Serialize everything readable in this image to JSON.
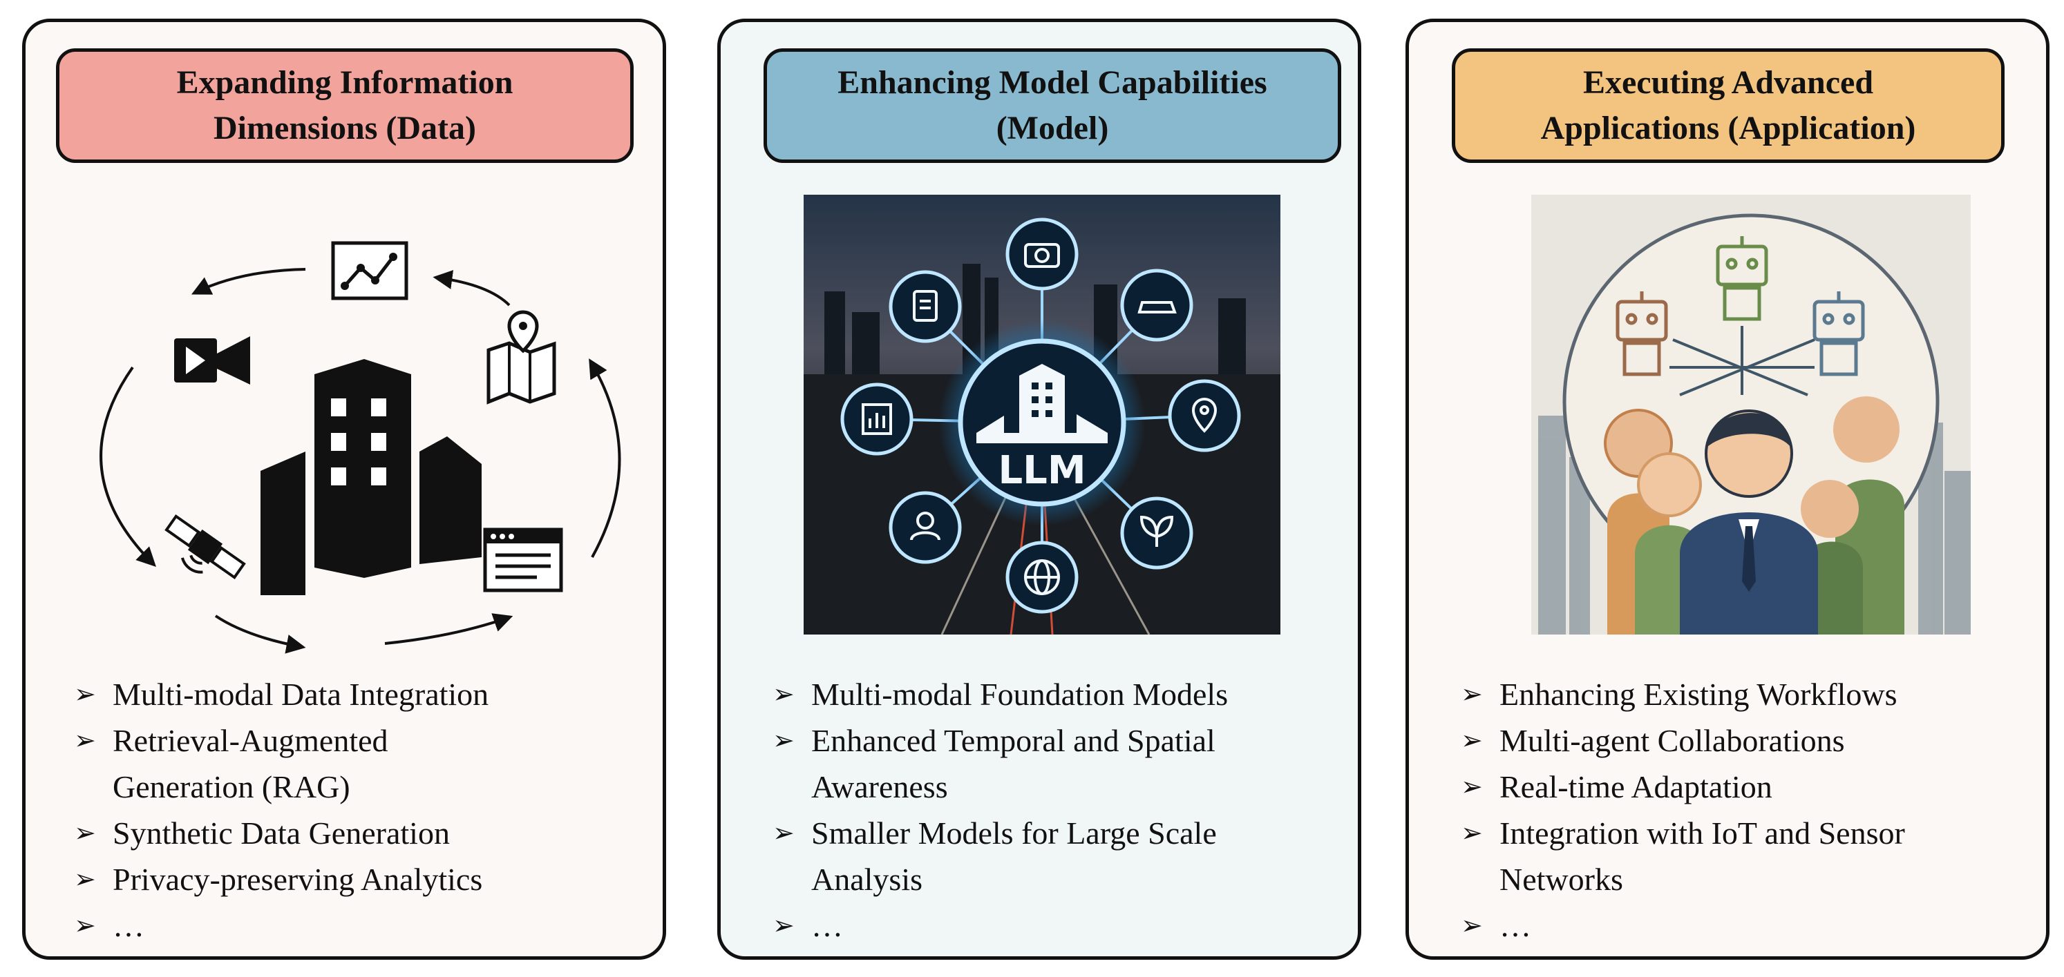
{
  "panels": [
    {
      "title_line1": "Expanding Information",
      "title_line2": "Dimensions (Data)",
      "bullets": [
        {
          "line1": "Multi-modal Data Integration",
          "line2": ""
        },
        {
          "line1": "Retrieval-Augmented",
          "line2": "Generation (RAG)"
        },
        {
          "line1": "Synthetic Data Generation",
          "line2": ""
        },
        {
          "line1": "Privacy-preserving Analytics",
          "line2": ""
        },
        {
          "line1": "…",
          "line2": ""
        }
      ]
    },
    {
      "title_line1": "Enhancing Model Capabilities",
      "title_line2": "(Model)",
      "center_label": "LLM",
      "bullets": [
        {
          "line1": "Multi-modal Foundation Models",
          "line2": ""
        },
        {
          "line1": "Enhanced Temporal and Spatial",
          "line2": "Awareness"
        },
        {
          "line1": "Smaller Models for Large Scale",
          "line2": "Analysis"
        },
        {
          "line1": "…",
          "line2": ""
        }
      ]
    },
    {
      "title_line1": "Executing Advanced",
      "title_line2": "Applications (Application)",
      "bullets": [
        {
          "line1": "Enhancing Existing Workflows",
          "line2": ""
        },
        {
          "line1": "Multi-agent Collaborations",
          "line2": ""
        },
        {
          "line1": "Real-time Adaptation",
          "line2": ""
        },
        {
          "line1": "Integration with IoT and Sensor",
          "line2": "Networks"
        },
        {
          "line1": "…",
          "line2": ""
        }
      ]
    }
  ],
  "bullet_marker": "➢",
  "colors": {
    "data_header": "#f2a49c",
    "model_header": "#89b9cf",
    "application_header": "#f3c480"
  }
}
